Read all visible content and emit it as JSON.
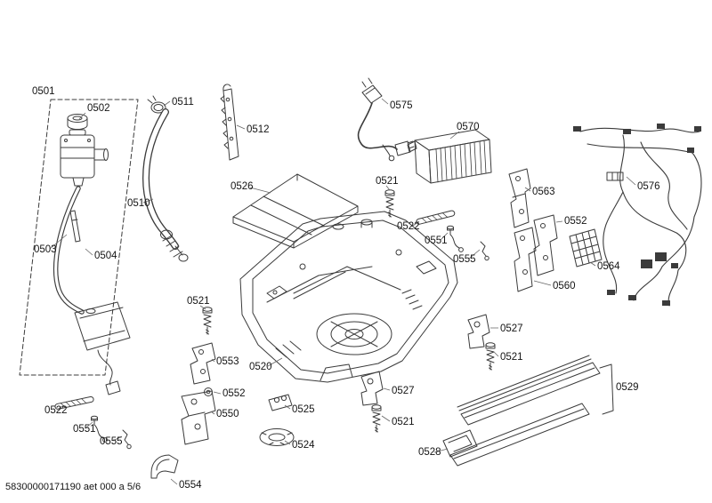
{
  "colors": {
    "ink": "#3b3b3b",
    "background": "#ffffff"
  },
  "footer": {
    "code": "58300000171190 aet 000 a 5/6"
  },
  "callouts": [
    {
      "label": "0501"
    },
    {
      "label": "0502"
    },
    {
      "label": "0511"
    },
    {
      "label": "0512"
    },
    {
      "label": "0575"
    },
    {
      "label": "0570"
    },
    {
      "label": "0576"
    },
    {
      "label": "0526"
    },
    {
      "label": "0510"
    },
    {
      "label": "0521"
    },
    {
      "label": "0522"
    },
    {
      "label": "0551"
    },
    {
      "label": "0555"
    },
    {
      "label": "0563"
    },
    {
      "label": "0552"
    },
    {
      "label": "0564"
    },
    {
      "label": "0560"
    },
    {
      "label": "0503"
    },
    {
      "label": "0504"
    },
    {
      "label": "0521"
    },
    {
      "label": "0553"
    },
    {
      "label": "0520"
    },
    {
      "label": "0552"
    },
    {
      "label": "0550"
    },
    {
      "label": "0522"
    },
    {
      "label": "0551"
    },
    {
      "label": "0555"
    },
    {
      "label": "0554"
    },
    {
      "label": "0525"
    },
    {
      "label": "0524"
    },
    {
      "label": "0527"
    },
    {
      "label": "0521"
    },
    {
      "label": "0527"
    },
    {
      "label": "0521"
    },
    {
      "label": "0529"
    },
    {
      "label": "0528"
    }
  ]
}
